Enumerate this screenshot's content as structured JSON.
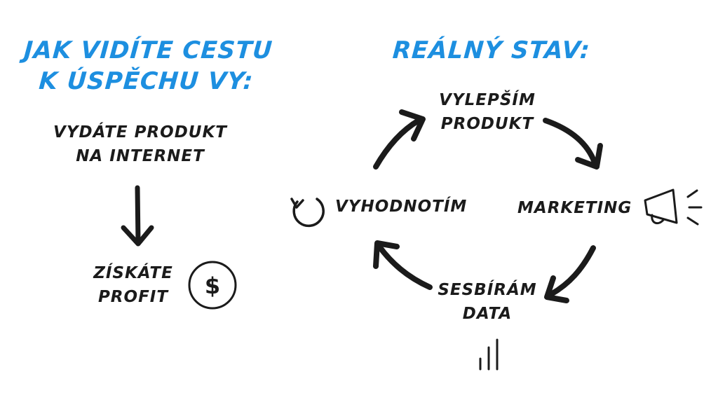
{
  "colors": {
    "accent": "#1d8fe0",
    "ink": "#1b1b1b",
    "background": "#ffffff"
  },
  "left": {
    "heading": [
      "JAK VIDÍTE CESTU",
      "K ÚSPĚCHU VY:"
    ],
    "step1": [
      "VYDÁTE PRODUKT",
      "NA INTERNET"
    ],
    "step2": [
      "ZÍSKÁTE",
      "PROFIT"
    ],
    "icons": [
      "arrow-down-icon",
      "dollar-coin-icon"
    ]
  },
  "right": {
    "heading": "REÁLNÝ STAV:",
    "cycle": {
      "top": [
        "VYLEPŠÍM",
        "PRODUKT"
      ],
      "right": "MARKETING",
      "bottom": [
        "SESBÍRÁM",
        "DATA"
      ],
      "left": "VYHODNOTÍM"
    },
    "icons": [
      "megaphone-icon",
      "bar-chart-icon",
      "refresh-icon",
      "cycle-arrow-icon"
    ]
  }
}
